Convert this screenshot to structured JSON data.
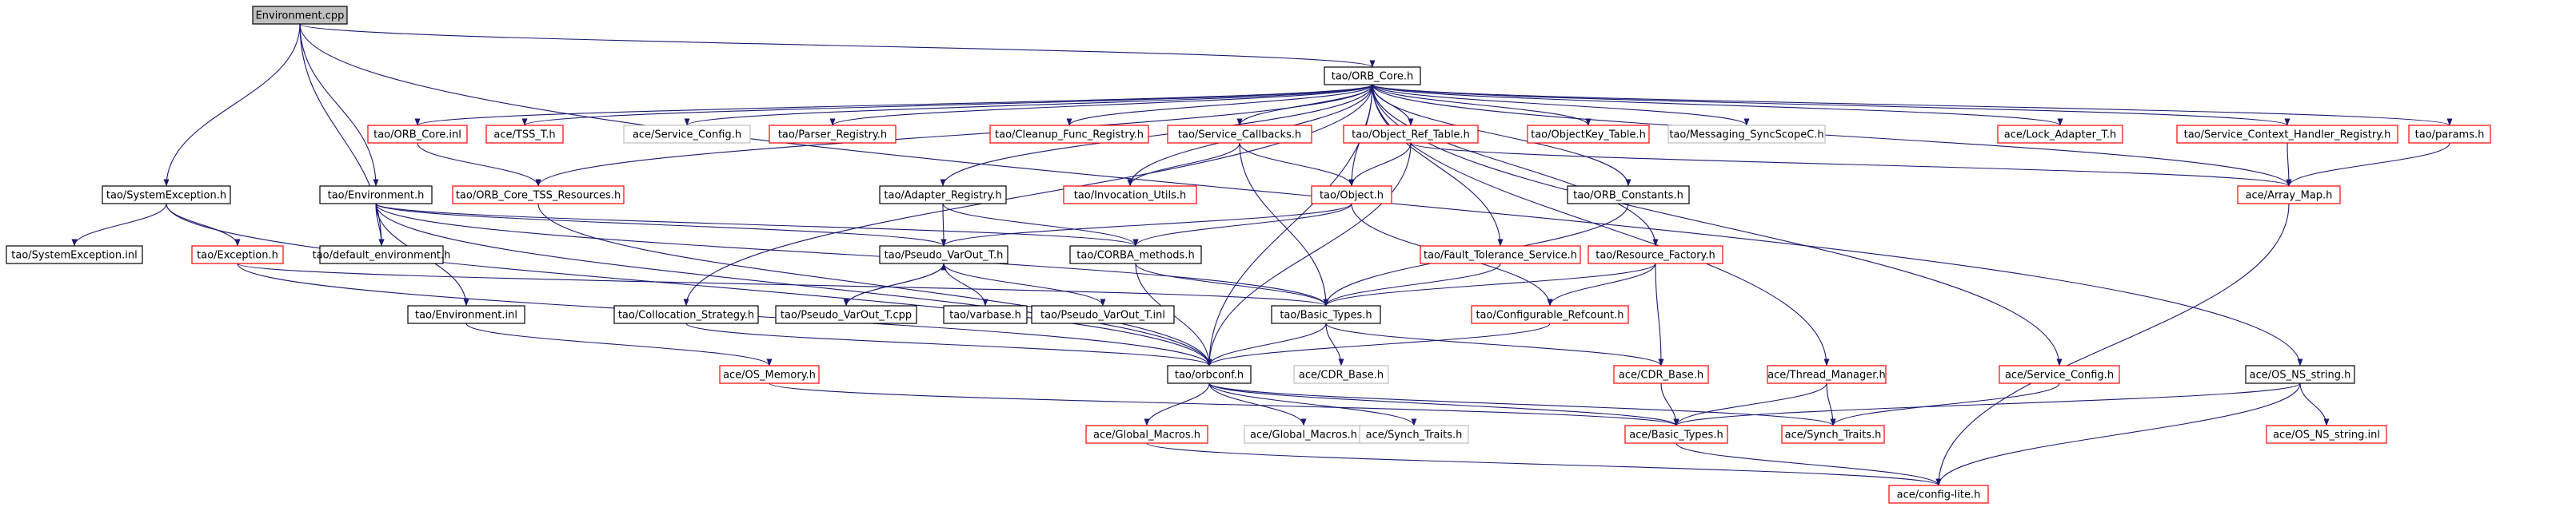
{
  "diagram": {
    "colors": {
      "edge": "#191970",
      "border_black": "#000000",
      "border_red": "#ff0000",
      "border_gray": "#bfbfbf",
      "root_fill": "#bfbfbf"
    },
    "nodes": [
      {
        "id": "env_cpp",
        "label": "Environment.cpp",
        "kind": "root"
      },
      {
        "id": "orb_core",
        "label": "tao/ORB_Core.h",
        "kind": "black"
      },
      {
        "id": "sysexc",
        "label": "tao/SystemException.h",
        "kind": "black"
      },
      {
        "id": "environment_h",
        "label": "tao/Environment.h",
        "kind": "black"
      },
      {
        "id": "orb_core_inl",
        "label": "tao/ORB_Core.inl",
        "kind": "red"
      },
      {
        "id": "tss_t",
        "label": "ace/TSS_T.h",
        "kind": "red"
      },
      {
        "id": "service_config_ace",
        "label": "ace/Service_Config.h",
        "kind": "gray"
      },
      {
        "id": "parser_registry",
        "label": "tao/Parser_Registry.h",
        "kind": "red"
      },
      {
        "id": "cleanup_func",
        "label": "tao/Cleanup_Func_Registry.h",
        "kind": "red"
      },
      {
        "id": "service_callbacks",
        "label": "tao/Service_Callbacks.h",
        "kind": "red"
      },
      {
        "id": "object_ref_table",
        "label": "tao/Object_Ref_Table.h",
        "kind": "red"
      },
      {
        "id": "objectkey_table",
        "label": "tao/ObjectKey_Table.h",
        "kind": "red"
      },
      {
        "id": "messaging_sync",
        "label": "tao/Messaging_SyncScopeC.h",
        "kind": "gray"
      },
      {
        "id": "lock_adapter",
        "label": "ace/Lock_Adapter_T.h",
        "kind": "red"
      },
      {
        "id": "service_context",
        "label": "tao/Service_Context_Handler_Registry.h",
        "kind": "red"
      },
      {
        "id": "params",
        "label": "tao/params.h",
        "kind": "red"
      },
      {
        "id": "sysexc_inl",
        "label": "tao/SystemException.inl",
        "kind": "black"
      },
      {
        "id": "exception_h",
        "label": "tao/Exception.h",
        "kind": "red"
      },
      {
        "id": "default_env",
        "label": "tao/default_environment.h",
        "kind": "black"
      },
      {
        "id": "tss_resources",
        "label": "tao/ORB_Core_TSS_Resources.h",
        "kind": "red"
      },
      {
        "id": "adapter_registry",
        "label": "tao/Adapter_Registry.h",
        "kind": "black"
      },
      {
        "id": "invocation_utils",
        "label": "tao/Invocation_Utils.h",
        "kind": "red"
      },
      {
        "id": "object_h",
        "label": "tao/Object.h",
        "kind": "red"
      },
      {
        "id": "orb_constants",
        "label": "tao/ORB_Constants.h",
        "kind": "black"
      },
      {
        "id": "array_map",
        "label": "ace/Array_Map.h",
        "kind": "red"
      },
      {
        "id": "pseudo_varout",
        "label": "tao/Pseudo_VarOut_T.h",
        "kind": "black"
      },
      {
        "id": "corba_methods",
        "label": "tao/CORBA_methods.h",
        "kind": "black"
      },
      {
        "id": "fault_tolerance",
        "label": "tao/Fault_Tolerance_Service.h",
        "kind": "red"
      },
      {
        "id": "resource_factory",
        "label": "tao/Resource_Factory.h",
        "kind": "red"
      },
      {
        "id": "environment_inl",
        "label": "tao/Environment.inl",
        "kind": "black"
      },
      {
        "id": "collocation",
        "label": "tao/Collocation_Strategy.h",
        "kind": "black"
      },
      {
        "id": "pseudo_varout_cpp",
        "label": "tao/Pseudo_VarOut_T.cpp",
        "kind": "black"
      },
      {
        "id": "varbase",
        "label": "tao/varbase.h",
        "kind": "black"
      },
      {
        "id": "pseudo_varout_inl",
        "label": "tao/Pseudo_VarOut_T.inl",
        "kind": "black"
      },
      {
        "id": "basic_types_tao",
        "label": "tao/Basic_Types.h",
        "kind": "black"
      },
      {
        "id": "configurable_refcount",
        "label": "tao/Configurable_Refcount.h",
        "kind": "red"
      },
      {
        "id": "os_memory",
        "label": "ace/OS_Memory.h",
        "kind": "red"
      },
      {
        "id": "orbconf",
        "label": "tao/orbconf.h",
        "kind": "black"
      },
      {
        "id": "cdr_base_tao",
        "label": "ace/CDR_Base.h",
        "kind": "gray"
      },
      {
        "id": "cdr_base_ace",
        "label": "ace/CDR_Base.h",
        "kind": "red"
      },
      {
        "id": "thread_manager",
        "label": "ace/Thread_Manager.h",
        "kind": "red"
      },
      {
        "id": "service_config_red",
        "label": "ace/Service_Config.h",
        "kind": "red"
      },
      {
        "id": "os_ns_string",
        "label": "ace/OS_NS_string.h",
        "kind": "black"
      },
      {
        "id": "global_macros_red",
        "label": "ace/Global_Macros.h",
        "kind": "red"
      },
      {
        "id": "global_macros_gray",
        "label": "ace/Global_Macros.h",
        "kind": "gray"
      },
      {
        "id": "synch_traits_gray",
        "label": "ace/Synch_Traits.h",
        "kind": "gray"
      },
      {
        "id": "basic_types_ace",
        "label": "ace/Basic_Types.h",
        "kind": "red"
      },
      {
        "id": "synch_traits_red",
        "label": "ace/Synch_Traits.h",
        "kind": "red"
      },
      {
        "id": "os_ns_string_inl",
        "label": "ace/OS_NS_string.inl",
        "kind": "red"
      },
      {
        "id": "config_lite",
        "label": "ace/config-lite.h",
        "kind": "red"
      }
    ],
    "edges": [
      [
        "env_cpp",
        "orb_core"
      ],
      [
        "env_cpp",
        "sysexc"
      ],
      [
        "env_cpp",
        "environment_h"
      ],
      [
        "env_cpp",
        "default_env"
      ],
      [
        "env_cpp",
        "os_ns_string"
      ],
      [
        "orb_core",
        "orb_core_inl"
      ],
      [
        "orb_core",
        "tss_t"
      ],
      [
        "orb_core",
        "service_config_ace"
      ],
      [
        "orb_core",
        "parser_registry"
      ],
      [
        "orb_core",
        "cleanup_func"
      ],
      [
        "orb_core",
        "service_callbacks"
      ],
      [
        "orb_core",
        "object_ref_table"
      ],
      [
        "orb_core",
        "objectkey_table"
      ],
      [
        "orb_core",
        "messaging_sync"
      ],
      [
        "orb_core",
        "lock_adapter"
      ],
      [
        "orb_core",
        "service_context"
      ],
      [
        "orb_core",
        "params"
      ],
      [
        "orb_core",
        "tss_resources"
      ],
      [
        "orb_core",
        "adapter_registry"
      ],
      [
        "orb_core",
        "invocation_utils"
      ],
      [
        "orb_core",
        "object_h"
      ],
      [
        "orb_core",
        "orb_constants"
      ],
      [
        "orb_core",
        "array_map"
      ],
      [
        "orb_core",
        "fault_tolerance"
      ],
      [
        "orb_core",
        "resource_factory"
      ],
      [
        "orb_core",
        "collocation"
      ],
      [
        "orb_core",
        "thread_manager"
      ],
      [
        "orb_core",
        "service_config_red"
      ],
      [
        "orb_core",
        "orbconf"
      ],
      [
        "orb_core_inl",
        "tss_resources"
      ],
      [
        "sysexc",
        "sysexc_inl"
      ],
      [
        "sysexc",
        "exception_h"
      ],
      [
        "sysexc",
        "orbconf"
      ],
      [
        "exception_h",
        "basic_types_tao"
      ],
      [
        "exception_h",
        "orbconf"
      ],
      [
        "environment_h",
        "default_env"
      ],
      [
        "environment_h",
        "environment_inl"
      ],
      [
        "environment_h",
        "pseudo_varout"
      ],
      [
        "environment_h",
        "corba_methods"
      ],
      [
        "environment_h",
        "orbconf"
      ],
      [
        "environment_h",
        "basic_types_tao"
      ],
      [
        "tss_resources",
        "orbconf"
      ],
      [
        "service_callbacks",
        "invocation_utils"
      ],
      [
        "service_callbacks",
        "object_h"
      ],
      [
        "service_callbacks",
        "basic_types_tao"
      ],
      [
        "object_ref_table",
        "object_h"
      ],
      [
        "object_ref_table",
        "array_map"
      ],
      [
        "object_ref_table",
        "orbconf"
      ],
      [
        "adapter_registry",
        "pseudo_varout"
      ],
      [
        "adapter_registry",
        "corba_methods"
      ],
      [
        "object_h",
        "pseudo_varout"
      ],
      [
        "object_h",
        "corba_methods"
      ],
      [
        "object_h",
        "configurable_refcount"
      ],
      [
        "orb_constants",
        "basic_types_tao"
      ],
      [
        "params",
        "array_map"
      ],
      [
        "service_context",
        "array_map"
      ],
      [
        "array_map",
        "config_lite"
      ],
      [
        "pseudo_varout",
        "pseudo_varout_cpp"
      ],
      [
        "pseudo_varout",
        "varbase"
      ],
      [
        "pseudo_varout",
        "pseudo_varout_inl"
      ],
      [
        "pseudo_varout_cpp",
        "pseudo_varout"
      ],
      [
        "corba_methods",
        "orbconf"
      ],
      [
        "corba_methods",
        "basic_types_tao"
      ],
      [
        "fault_tolerance",
        "basic_types_tao"
      ],
      [
        "resource_factory",
        "basic_types_tao"
      ],
      [
        "resource_factory",
        "cdr_base_ace"
      ],
      [
        "resource_factory",
        "configurable_refcount"
      ],
      [
        "environment_inl",
        "os_memory"
      ],
      [
        "collocation",
        "orbconf"
      ],
      [
        "basic_types_tao",
        "orbconf"
      ],
      [
        "basic_types_tao",
        "cdr_base_tao"
      ],
      [
        "basic_types_tao",
        "cdr_base_ace"
      ],
      [
        "configurable_refcount",
        "orbconf"
      ],
      [
        "os_memory",
        "basic_types_ace"
      ],
      [
        "orbconf",
        "global_macros_red"
      ],
      [
        "orbconf",
        "global_macros_gray"
      ],
      [
        "orbconf",
        "synch_traits_gray"
      ],
      [
        "orbconf",
        "basic_types_ace"
      ],
      [
        "orbconf",
        "synch_traits_red"
      ],
      [
        "cdr_base_ace",
        "basic_types_ace"
      ],
      [
        "thread_manager",
        "basic_types_ace"
      ],
      [
        "thread_manager",
        "synch_traits_red"
      ],
      [
        "service_config_red",
        "synch_traits_red"
      ],
      [
        "os_ns_string",
        "basic_types_ace"
      ],
      [
        "os_ns_string",
        "os_ns_string_inl"
      ],
      [
        "os_ns_string",
        "config_lite"
      ],
      [
        "global_macros_red",
        "config_lite"
      ],
      [
        "basic_types_ace",
        "config_lite"
      ]
    ]
  }
}
